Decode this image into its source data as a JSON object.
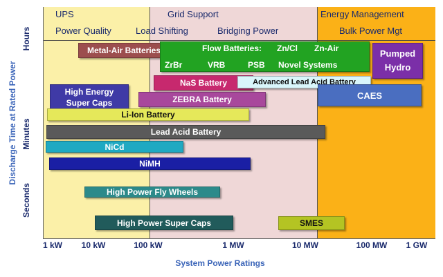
{
  "chart_data": {
    "type": "range-bar",
    "xlabel": "System Power Ratings",
    "ylabel": "Discharge Time at Rated Power",
    "x_ticks": [
      "1 kW",
      "10 kW",
      "100 kW",
      "1 MW",
      "10 MW",
      "100 MW",
      "1 GW"
    ],
    "y_ticks": [
      "Hours",
      "Minutes",
      "Seconds"
    ],
    "regions": [
      {
        "label": "UPS",
        "sublabel": "Power Quality",
        "color": "#fbf0a8"
      },
      {
        "label": "Grid Support",
        "sublabel_1": "Load Shifting",
        "sublabel_2": "Bridging Power",
        "color": "#efd7d7"
      },
      {
        "label": "Energy Management",
        "sublabel": "Bulk Power Mgt",
        "color": "#fbb117"
      }
    ],
    "technologies": [
      {
        "name": "Metal-Air Batteries",
        "color": "#9c4e4e"
      },
      {
        "name": "Flow Batteries:",
        "extra": [
          "Zn/Cl",
          "Zn-Air",
          "ZrBr",
          "VRB",
          "PSB",
          "Novel Systems"
        ],
        "color": "#22a322"
      },
      {
        "name": "Pumped Hydro",
        "color": "#7b2fa8"
      },
      {
        "name": "NaS Battery",
        "color": "#c7296e"
      },
      {
        "name": "Advanced Lead Acid Battery",
        "color": "#d9f6fb"
      },
      {
        "name": "High Energy Super Caps",
        "color": "#3f3aa6"
      },
      {
        "name": "ZEBRA Battery",
        "color": "#a8489c"
      },
      {
        "name": "CAES",
        "color": "#4a6ec0"
      },
      {
        "name": "Li-Ion Battery",
        "color": "#e5e85a"
      },
      {
        "name": "Lead Acid Battery",
        "color": "#5a5a5a"
      },
      {
        "name": "NiCd",
        "color": "#1fa9c2"
      },
      {
        "name": "NiMH",
        "color": "#1a1fa4"
      },
      {
        "name": "High Power Fly Wheels",
        "color": "#2c8a8a"
      },
      {
        "name": "High Power Super Caps",
        "color": "#215b5b"
      },
      {
        "name": "SMES",
        "color": "#b4c423"
      }
    ]
  }
}
